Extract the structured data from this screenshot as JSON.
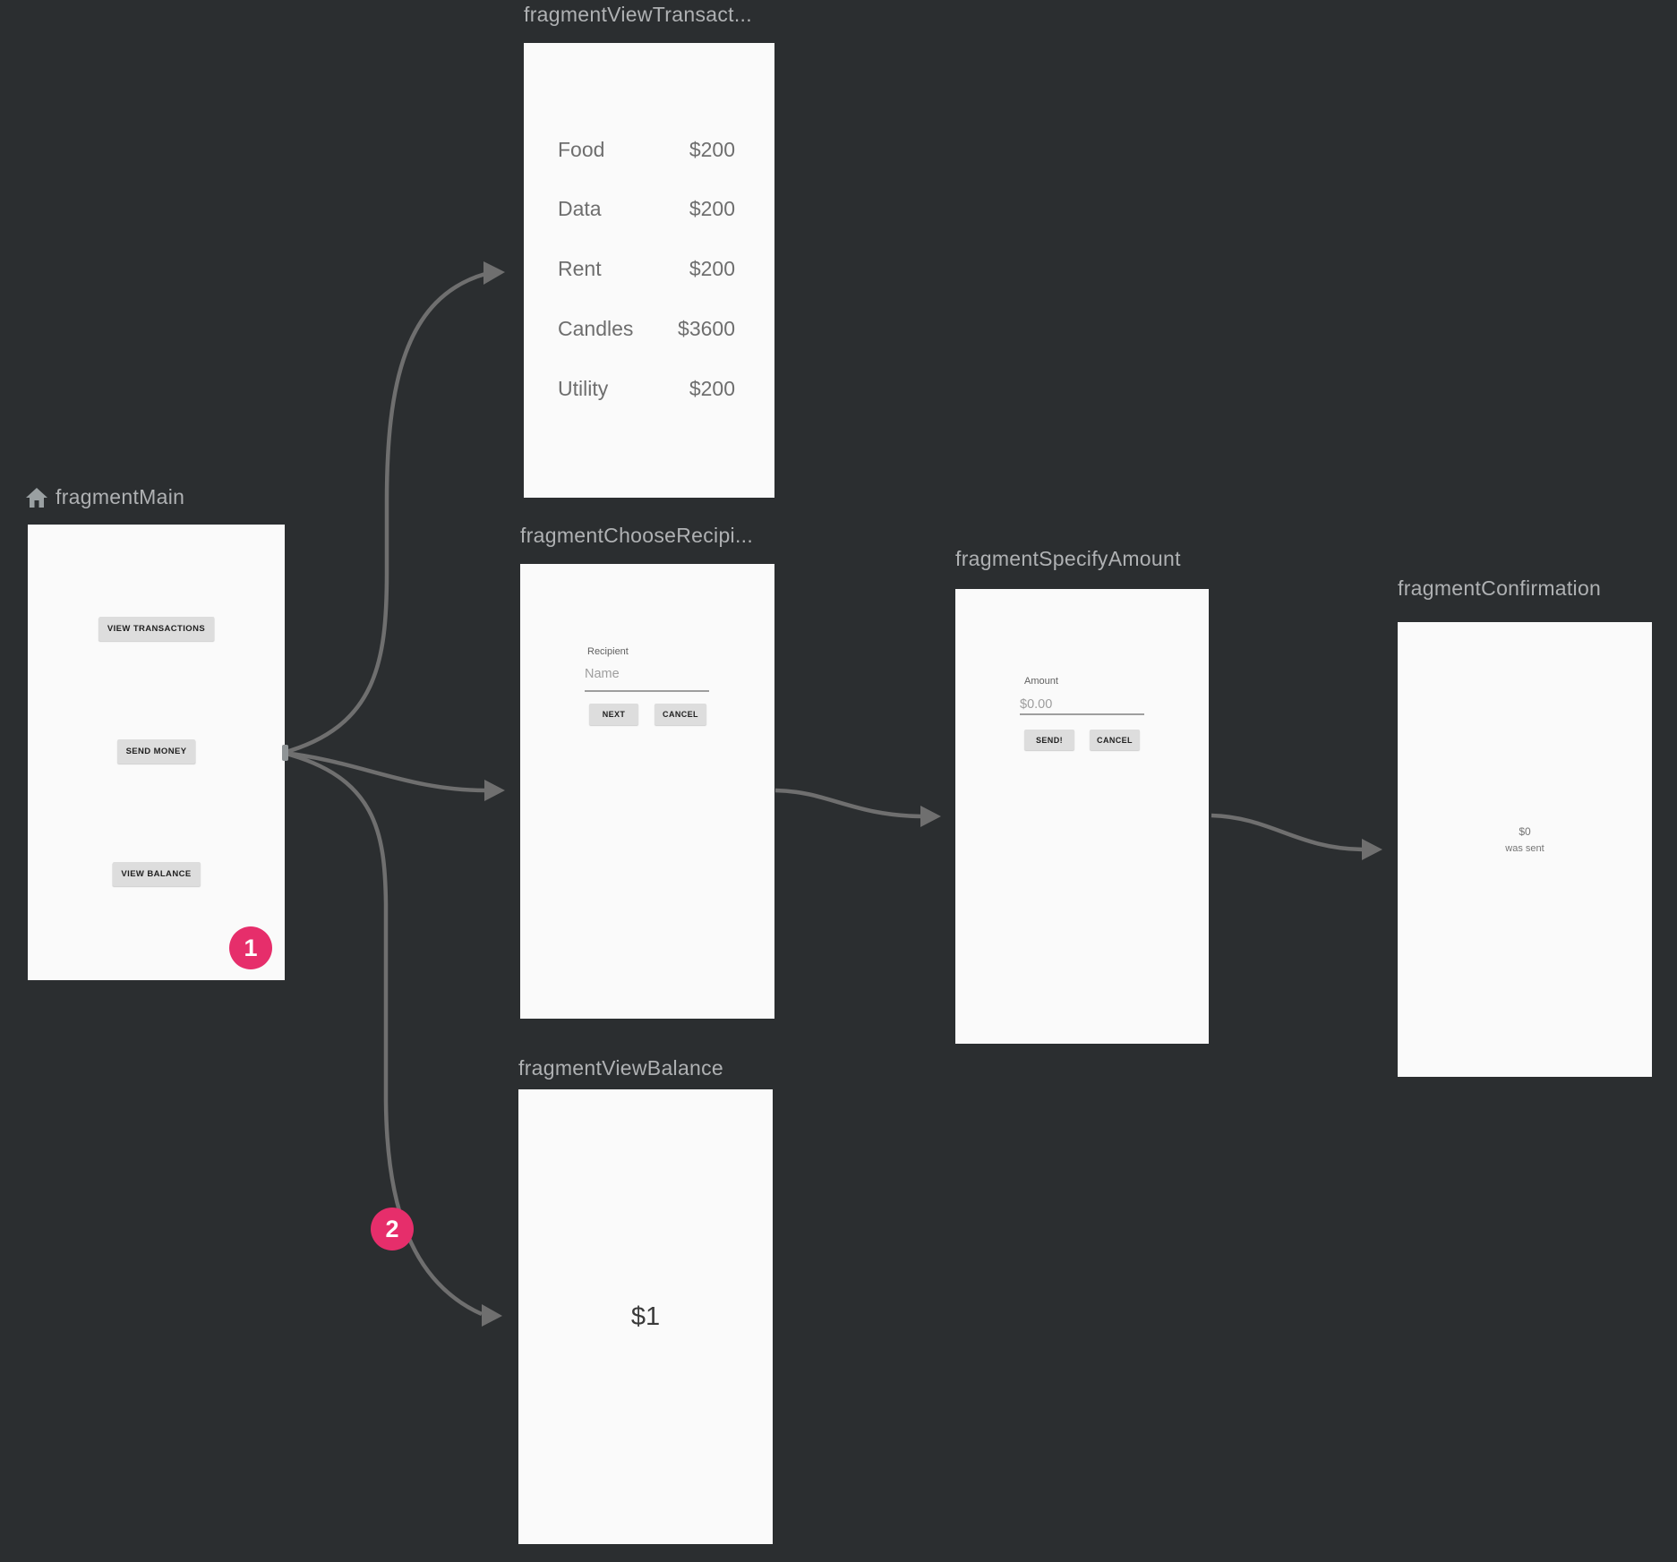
{
  "editor": {
    "background_color": "#2B2E30",
    "panel_color": "#FAFAFA",
    "title_color": "#AFB1B3",
    "arrow_color": "#6F6F6F",
    "badge_color": "#E62E6B"
  },
  "fragments": {
    "main": {
      "title": "fragmentMain",
      "buttons": {
        "view_transactions": "VIEW TRANSACTIONS",
        "send_money": "SEND MONEY",
        "view_balance": "VIEW BALANCE"
      }
    },
    "view_transactions": {
      "title": "fragmentViewTransact...",
      "rows": [
        {
          "label": "Food",
          "amount": "$200"
        },
        {
          "label": "Data",
          "amount": "$200"
        },
        {
          "label": "Rent",
          "amount": "$200"
        },
        {
          "label": "Candles",
          "amount": "$3600"
        },
        {
          "label": "Utility",
          "amount": "$200"
        }
      ]
    },
    "choose_recipient": {
      "title": "fragmentChooseRecipi...",
      "field_label": "Recipient",
      "input_placeholder": "Name",
      "next_label": "NEXT",
      "cancel_label": "CANCEL"
    },
    "specify_amount": {
      "title": "fragmentSpecifyAmount",
      "field_label": "Amount",
      "input_placeholder": "$0.00",
      "send_label": "SEND!",
      "cancel_label": "CANCEL"
    },
    "confirmation": {
      "title": "fragmentConfirmation",
      "amount": "$0",
      "caption": "was sent"
    },
    "view_balance": {
      "title": "fragmentViewBalance",
      "balance": "$1"
    }
  },
  "badges": {
    "first": "1",
    "second": "2"
  }
}
